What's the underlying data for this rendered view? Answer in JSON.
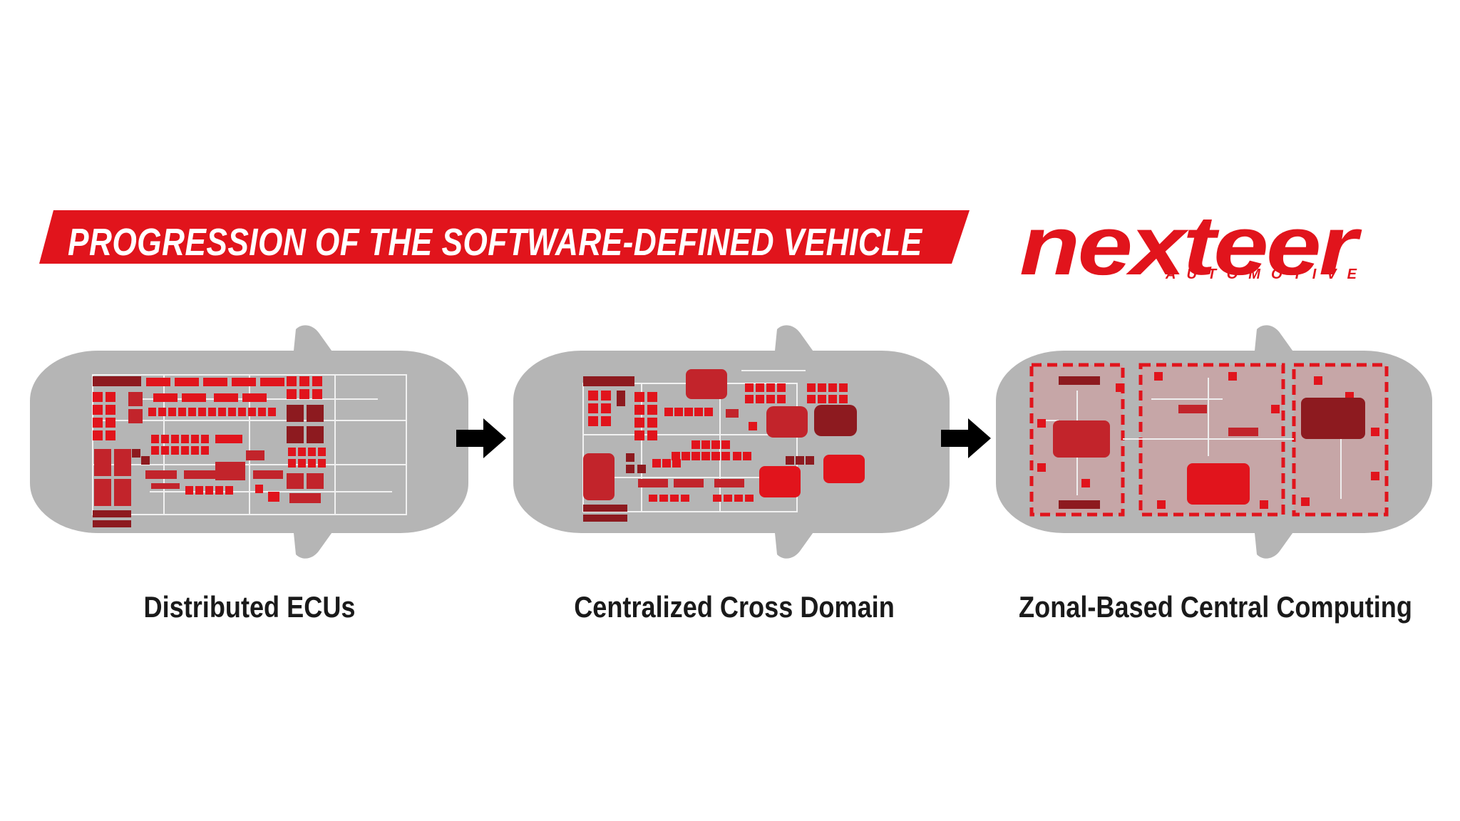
{
  "banner": {
    "title": "PROGRESSION OF THE SOFTWARE-DEFINED VEHICLE",
    "color": "#e1141c"
  },
  "logo": {
    "wordmark": "nexteer",
    "tagline": "AUTOMOTIVE",
    "color": "#e1141c"
  },
  "stages": [
    {
      "caption": "Distributed ECUs"
    },
    {
      "caption": "Centralized Cross Domain"
    },
    {
      "caption": "Zonal-Based Central Computing"
    }
  ],
  "colors": {
    "car_body": "#b5b5b5",
    "car_outline": "#a3a3a3",
    "ecu_red": "#e1141c",
    "ecu_mid_red": "#c2242b",
    "ecu_dark_red": "#8d1a1f",
    "wire": "#f3f3f3",
    "arrow": "#000000"
  }
}
